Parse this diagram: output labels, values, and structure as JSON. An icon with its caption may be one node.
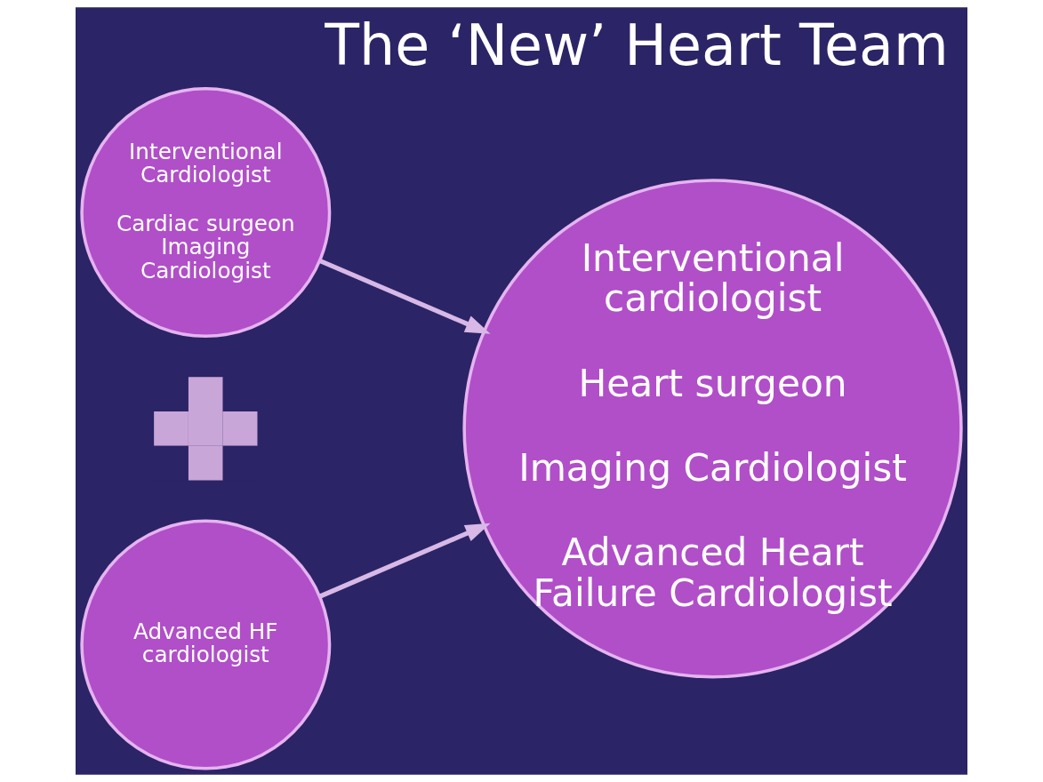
{
  "diagram": {
    "title": "The ‘New’ Heart Team",
    "nodes": [
      {
        "text": [
          "Interventional Cardiologist",
          "Cardiac surgeon Imaging Cardiologist"
        ]
      },
      {
        "text": [],
        "shape": "cross"
      },
      {
        "text": [
          "Advanced HF cardiologist"
        ]
      },
      {
        "text": [
          "Interventional cardiologist",
          "Heart surgeon",
          "Imaging Cardiologist",
          "Advanced Heart Failure Cardiologist"
        ]
      }
    ],
    "edges": [
      {
        "from": 0,
        "to": 3,
        "arrow": "to"
      },
      {
        "from": 2,
        "to": 3,
        "arrow": "to"
      }
    ]
  }
}
